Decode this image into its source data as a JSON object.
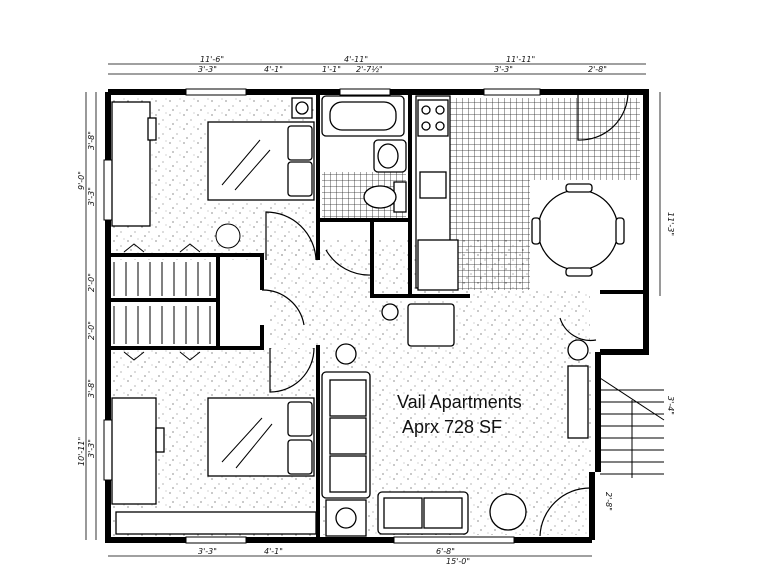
{
  "title": "Vail Apartments",
  "area_label": "Aprx 728 SF",
  "dimensions": {
    "top_left_room": "11'-6\"",
    "top_left_window": "3'-3\"",
    "top_left_rest": "4'-1\"",
    "top_bath": "4'-11\"",
    "top_bath_a": "1'-1\"",
    "top_bath_b": "2'-7½\"",
    "top_right_room": "11'-11\"",
    "top_right_window": "3'-3\"",
    "top_right_door": "2'-8\"",
    "left_9_0": "9'-0\"",
    "left_3_8": "3'-8\"",
    "left_3_3_upper": "3'-3\"",
    "left_2_0_a": "2'-0\"",
    "left_2_0_b": "2'-0\"",
    "left_3_8_lower": "3'-8\"",
    "left_10_11": "10'-11\"",
    "left_3_3_lower": "3'-3\"",
    "right_11_3": "11'-3\"",
    "right_3_4": "3'-4\"",
    "right_2_8": "2'-8\"",
    "bottom_window": "3'-3\"",
    "bottom_rest": "4'-1\"",
    "bottom_door": "6'-8\"",
    "bottom_total": "15'-0\""
  }
}
